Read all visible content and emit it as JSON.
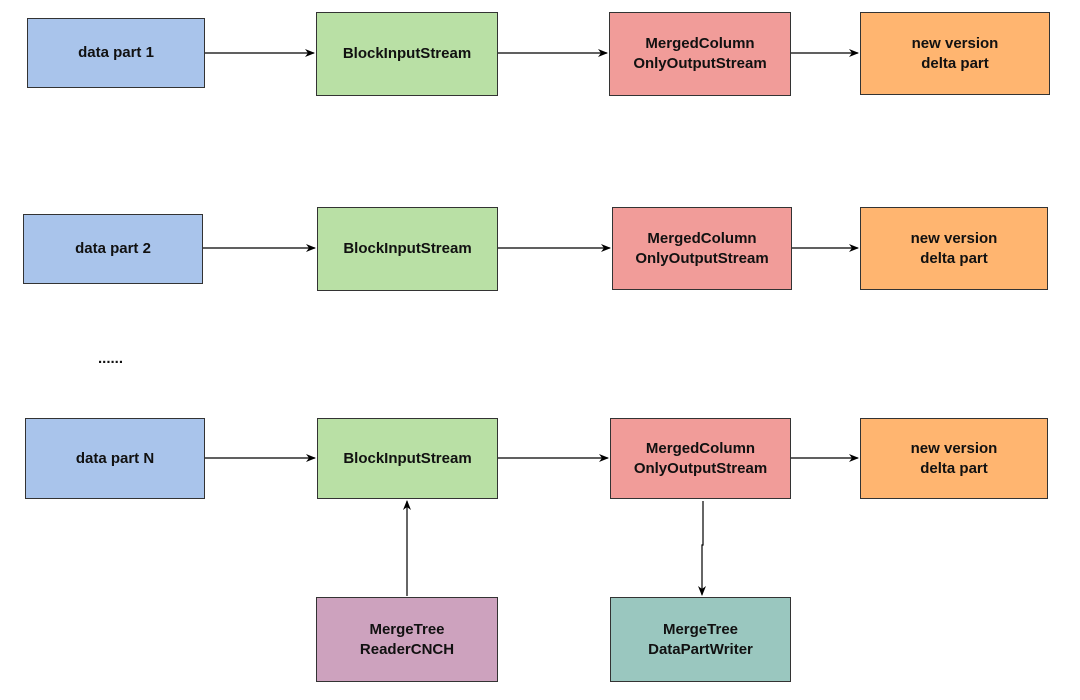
{
  "rows": [
    {
      "source": "data part 1",
      "reader": "BlockInputStream",
      "writer_line1": "MergedColumn",
      "writer_line2": "OnlyOutputStream",
      "target_line1": "new version",
      "target_line2": "delta part"
    },
    {
      "source": "data part 2",
      "reader": "BlockInputStream",
      "writer_line1": "MergedColumn",
      "writer_line2": "OnlyOutputStream",
      "target_line1": "new version",
      "target_line2": "delta part"
    },
    {
      "source": "data part N",
      "reader": "BlockInputStream",
      "writer_line1": "MergedColumn",
      "writer_line2": "OnlyOutputStream",
      "target_line1": "new version",
      "target_line2": "delta part"
    }
  ],
  "ellipsis": "......",
  "merge_tree_reader": {
    "line1": "MergeTree",
    "line2": "ReaderCNCH"
  },
  "merge_tree_writer": {
    "line1": "MergeTree",
    "line2": "DataPartWriter"
  },
  "colors": {
    "source": "#a9c4eb",
    "reader": "#b9e0a5",
    "writer": "#f19c99",
    "target": "#ffb570",
    "merge_tree_reader": "#cda2be",
    "merge_tree_writer": "#9ac7bf",
    "edge": "#000000"
  }
}
